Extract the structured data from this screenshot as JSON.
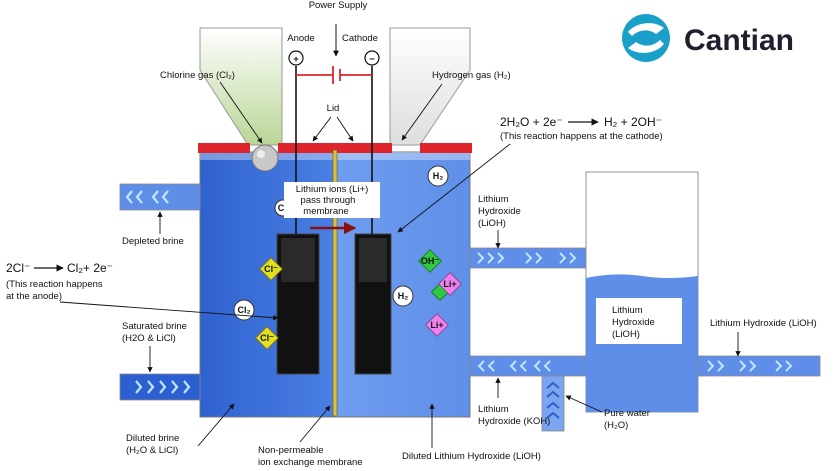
{
  "brand": {
    "name": "Cantian",
    "accent": "#1aa0c8",
    "dark": "#1f1f2e"
  },
  "colors": {
    "anode_brine": "#3b6fd8",
    "cathode_liquid": "#6b9cf0",
    "lid": "#e0242c",
    "electrode": "#111111",
    "chlorine_gas": "#cfe0b0",
    "hydrogen_gas": "#e8e8e8",
    "chloride_ion": "#e0e020",
    "hydroxide_ion": "#30c840",
    "lithium_ion": "#f080f0"
  },
  "labels": {
    "power_supply": "Power Supply",
    "anode": "Anode",
    "cathode": "Cathode",
    "plus": "+",
    "minus": "−",
    "chlorine_gas": "Chlorine gas (Cl₂)",
    "hydrogen_gas": "Hydrogen gas (H₂)",
    "lid": "Lid",
    "cathode_reaction": "2H₂O + 2e⁻",
    "cathode_reaction_product": "H₂ + 2OH⁻",
    "cathode_reaction_note": "(This reaction happens at the cathode)",
    "lithium_ions_line1": "Lithium ions (Li+)",
    "lithium_ions_line2": "pass through",
    "lithium_ions_line3": "membrane",
    "depleted_brine": "Depleted brine",
    "anode_reaction": "2Cl⁻",
    "anode_reaction_product": "Cl₂+ 2e⁻",
    "anode_note_line1": "(This reaction happens",
    "anode_note_line2": "at the anode)",
    "saturated_brine_line1": "Saturated brine",
    "saturated_brine_line2": "(H2O & LiCl)",
    "diluted_brine_line1": "Diluted brine",
    "diluted_brine_line2": "(H₂O & LiCl)",
    "membrane_line1": "Non-permeable",
    "membrane_line2": "ion exchange membrane",
    "diluted_lioh": "Diluted Lithium Hydroxide (LiOH)",
    "lioh_top_line1": "Lithium",
    "lioh_top_line2": "Hydroxide",
    "lioh_top_line3": "(LiOH)",
    "lioh_tank_line1": "Lithium",
    "lioh_tank_line2": "Hydroxide",
    "lioh_tank_line3": "(LiOH)",
    "lioh_out": "Lithium Hydroxide (LiOH)",
    "koh_line1": "Lithium",
    "koh_line2": "Hydroxide (KOH)",
    "pure_water_line1": "Pure water",
    "pure_water_line2": "(H₂O)"
  },
  "ions": {
    "cl_minus": "Cl⁻",
    "cl2": "Cl₂",
    "h2": "H₂",
    "oh_minus": "OH⁻",
    "li_plus": "Li+"
  }
}
